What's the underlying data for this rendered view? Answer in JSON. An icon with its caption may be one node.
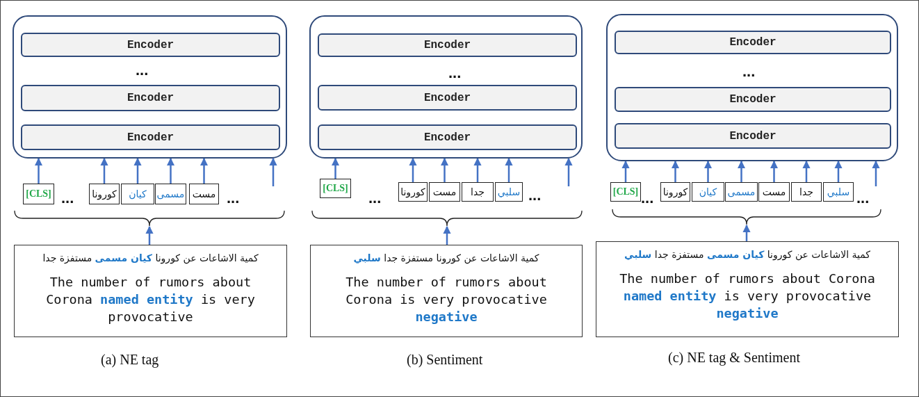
{
  "diagram": {
    "nodes": [
      {
        "text": [],
        "shape": "box"
      },
      {
        "text": [
          "Encoder"
        ],
        "in": 0
      },
      {
        "text": [
          "Encoder"
        ],
        "in": 0
      },
      {
        "text": [
          "Encoder"
        ],
        "in": 0
      },
      {
        "text": [
          "[CLS]"
        ]
      },
      {
        "text": [
          "كورونا"
        ]
      },
      {
        "text": [
          "كيان"
        ]
      },
      {
        "text": [
          "مسمى"
        ]
      },
      {
        "text": [
          "مست"
        ]
      },
      {
        "text": [
          "كمية الاشاعات عن كورونا **كيان مسمى** مستفزة جدا",
          "The number of rumors about Corona **named entity** is very provocative"
        ]
      },
      {
        "text": [],
        "shape": "box"
      },
      {
        "text": [
          "Encoder"
        ],
        "in": 10
      },
      {
        "text": [
          "Encoder"
        ],
        "in": 10
      },
      {
        "text": [
          "Encoder"
        ],
        "in": 10
      },
      {
        "text": [
          "[CLS]"
        ]
      },
      {
        "text": [
          "كورونا"
        ]
      },
      {
        "text": [
          "مست"
        ]
      },
      {
        "text": [
          "جدا"
        ]
      },
      {
        "text": [
          "سلبي"
        ]
      },
      {
        "text": [
          "كمية الاشاعات عن كورونا مستفزة جدا **سلبي**",
          "The number of rumors about Corona is very provocative **negative**"
        ]
      },
      {
        "text": [],
        "shape": "box"
      },
      {
        "text": [
          "Encoder"
        ],
        "in": 20
      },
      {
        "text": [
          "Encoder"
        ],
        "in": 20
      },
      {
        "text": [
          "Encoder"
        ],
        "in": 20
      },
      {
        "text": [
          "[CLS]"
        ]
      },
      {
        "text": [
          "كورونا"
        ]
      },
      {
        "text": [
          "كيان"
        ]
      },
      {
        "text": [
          "مسمى"
        ]
      },
      {
        "text": [
          "مست"
        ]
      },
      {
        "text": [
          "جدا"
        ]
      },
      {
        "text": [
          "سلبي"
        ]
      },
      {
        "text": [
          "كمية الاشاعات عن كورونا **كيان مسمى** مستفزة جدا **سلبي**",
          "The number of rumors about Corona **named entity** is very provocative **negative**"
        ]
      },
      {
        "text": [],
        "shape": "brace"
      },
      {
        "text": [],
        "shape": "brace"
      },
      {
        "text": [],
        "shape": "brace"
      }
    ],
    "edges": [
      {
        "from": 4,
        "to": 0,
        "arrow": "to"
      },
      {
        "from": 5,
        "to": 0,
        "arrow": "to"
      },
      {
        "from": 6,
        "to": 0,
        "arrow": "to"
      },
      {
        "from": 7,
        "to": 0,
        "arrow": "to"
      },
      {
        "from": 8,
        "to": 0,
        "arrow": "to"
      },
      {
        "from": null,
        "to": 0,
        "arrow": "to"
      },
      {
        "from": 9,
        "to": 32,
        "arrow": "to"
      },
      {
        "from": 14,
        "to": 10,
        "arrow": "to"
      },
      {
        "from": 15,
        "to": 10,
        "arrow": "to"
      },
      {
        "from": 16,
        "to": 10,
        "arrow": "to"
      },
      {
        "from": 17,
        "to": 10,
        "arrow": "to"
      },
      {
        "from": 18,
        "to": 10,
        "arrow": "to"
      },
      {
        "from": null,
        "to": 10,
        "arrow": "to"
      },
      {
        "from": 19,
        "to": 33,
        "arrow": "to"
      },
      {
        "from": 24,
        "to": 20,
        "arrow": "to"
      },
      {
        "from": 25,
        "to": 20,
        "arrow": "to"
      },
      {
        "from": 26,
        "to": 20,
        "arrow": "to"
      },
      {
        "from": 27,
        "to": 20,
        "arrow": "to"
      },
      {
        "from": 28,
        "to": 20,
        "arrow": "to"
      },
      {
        "from": 29,
        "to": 20,
        "arrow": "to"
      },
      {
        "from": 30,
        "to": 20,
        "arrow": "to"
      },
      {
        "from": null,
        "to": 20,
        "arrow": "to"
      },
      {
        "from": 31,
        "to": 34,
        "arrow": "to"
      }
    ],
    "labels": [
      "...",
      "...",
      "...",
      "...",
      "...",
      "...",
      "...",
      "...",
      "...",
      "(a) NE tag",
      "(b) Sentiment",
      "(c) NE tag & Sentiment"
    ]
  }
}
